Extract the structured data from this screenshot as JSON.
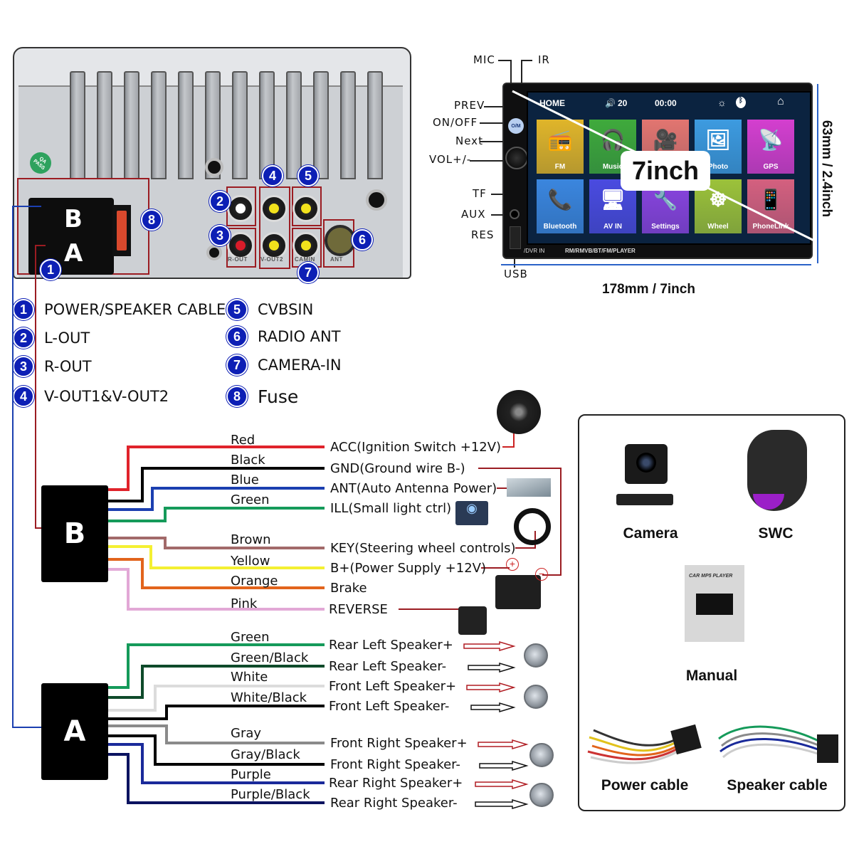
{
  "rear_panel": {
    "qa_sticker": "QA PASS",
    "connector_letters": [
      "B",
      "A"
    ],
    "rca_jacks": [
      {
        "label": "L-OUT",
        "color": "#ffffff"
      },
      {
        "label": "V-OUT1",
        "color": "#f2e21c"
      },
      {
        "label": "CVBSIN",
        "color": "#f2e21c"
      },
      {
        "label": "R-OUT",
        "color": "#d91c2a"
      },
      {
        "label": "V-OUT2",
        "color": "#f2e21c"
      },
      {
        "label": "CAMIN",
        "color": "#f2e21c"
      }
    ],
    "ant_label": "ANT",
    "callouts": [
      "1",
      "2",
      "3",
      "4",
      "5",
      "6",
      "7",
      "8"
    ]
  },
  "legend": [
    {
      "num": "1",
      "label": "POWER/SPEAKER CABLE"
    },
    {
      "num": "2",
      "label": "L-OUT"
    },
    {
      "num": "3",
      "label": "R-OUT"
    },
    {
      "num": "4",
      "label": "V-OUT1&V-OUT2"
    },
    {
      "num": "5",
      "label": "CVBSIN"
    },
    {
      "num": "6",
      "label": "RADIO ANT"
    },
    {
      "num": "7",
      "label": "CAMERA-IN"
    },
    {
      "num": "8",
      "label": "Fuse"
    }
  ],
  "head_unit": {
    "controls": {
      "mic": "MIC",
      "ir": "IR",
      "prev": "PREV",
      "on_off": "ON/OFF",
      "next": "Next",
      "vol": "VOL+/-",
      "tf": "TF",
      "aux": "AUX",
      "res": "RES",
      "usb": "USB"
    },
    "status_bar": {
      "home": "HOME",
      "volume": "20",
      "time": "00:00"
    },
    "tiles": [
      {
        "label": "FM",
        "icon": "radio-icon",
        "glyph": "📻",
        "color": "#e0b52a"
      },
      {
        "label": "Music",
        "icon": "headphones-icon",
        "glyph": "🎧",
        "color": "#3faa3c"
      },
      {
        "label": "Video",
        "icon": "video-camera-icon",
        "glyph": "🎥",
        "color": "#e27570"
      },
      {
        "label": "Photo",
        "icon": "photo-icon",
        "glyph": "🖼",
        "color": "#3d9be0"
      },
      {
        "label": "GPS",
        "icon": "satellite-icon",
        "glyph": "📡",
        "color": "#d43fcf"
      },
      {
        "label": "Bluetooth",
        "icon": "phone-bluetooth-icon",
        "glyph": "📞",
        "color": "#3b86de"
      },
      {
        "label": "AV IN",
        "icon": "av-in-icon",
        "glyph": "🖥",
        "color": "#4a4be0"
      },
      {
        "label": "Settings",
        "icon": "tools-icon",
        "glyph": "🔧",
        "color": "#8a44e0"
      },
      {
        "label": "Wheel",
        "icon": "steering-wheel-icon",
        "glyph": "☸",
        "color": "#9cc23a"
      },
      {
        "label": "PhoneLink",
        "icon": "phonelink-icon",
        "glyph": "📱",
        "color": "#d4607f"
      }
    ],
    "size_badge": "7inch",
    "bottom_text": "RM/RMVB/BT/FM/PLAYER",
    "dvr_text": "/DVR IN",
    "onoff_button": "O/M",
    "width_label": "178mm / 7inch",
    "height_label": "63mm / 2.4inch"
  },
  "wiring": {
    "connector_b": "B",
    "connector_a": "A",
    "b_wires": [
      {
        "color_name": "Red",
        "color": "#e0232b",
        "function": "ACC(Ignition Switch +12V)"
      },
      {
        "color_name": "Black",
        "color": "#000000",
        "function": "GND(Ground wire B-)"
      },
      {
        "color_name": "Blue",
        "color": "#1b3fb0",
        "function": "ANT(Auto Antenna Power)"
      },
      {
        "color_name": "Green",
        "color": "#159a5a",
        "function": "ILL(Small light ctrl)"
      },
      {
        "color_name": "Brown",
        "color": "#a26a6a",
        "function": "KEY(Steering wheel controls)"
      },
      {
        "color_name": "Yellow",
        "color": "#f4f032",
        "function": "B+(Power Supply +12V)"
      },
      {
        "color_name": "Orange",
        "color": "#e2641c",
        "function": "Brake"
      },
      {
        "color_name": "Pink",
        "color": "#e2a8d6",
        "function": "REVERSE"
      }
    ],
    "a_wires": [
      {
        "color_name": "Green",
        "color": "#159a5a",
        "function": "Rear Left Speaker+",
        "polarity": "+"
      },
      {
        "color_name": "Green/Black",
        "color": "#0e4a2a",
        "function": "Rear Left Speaker-",
        "polarity": "-"
      },
      {
        "color_name": "White",
        "color": "#dcdcdc",
        "function": "Front Left Speaker+",
        "polarity": "+"
      },
      {
        "color_name": "White/Black",
        "color": "#000000",
        "function": "Front Left Speaker-",
        "polarity": "-"
      },
      {
        "color_name": "Gray",
        "color": "#8a8a8a",
        "function": "Front Right Speaker+",
        "polarity": "+"
      },
      {
        "color_name": "Gray/Black",
        "color": "#000000",
        "function": "Front Right Speaker-",
        "polarity": "-"
      },
      {
        "color_name": "Purple",
        "color": "#1a2a9a",
        "function": "Rear Right Speaker+",
        "polarity": "+"
      },
      {
        "color_name": "Purple/Black",
        "color": "#0b1360",
        "function": "Rear Right Speaker-",
        "polarity": "-"
      }
    ],
    "battery_plus": "+",
    "battery_minus": "−"
  },
  "accessories": [
    {
      "label": "Camera"
    },
    {
      "label": "SWC"
    },
    {
      "label": "Manual",
      "cover_text": "CAR MP5 PLAYER"
    },
    {
      "label": "Power cable"
    },
    {
      "label": "Speaker cable"
    }
  ],
  "colors": {
    "callout_blue": "#0d1fb5",
    "highlight_red": "#9b1c22",
    "dimension_blue": "#2a62c8"
  }
}
